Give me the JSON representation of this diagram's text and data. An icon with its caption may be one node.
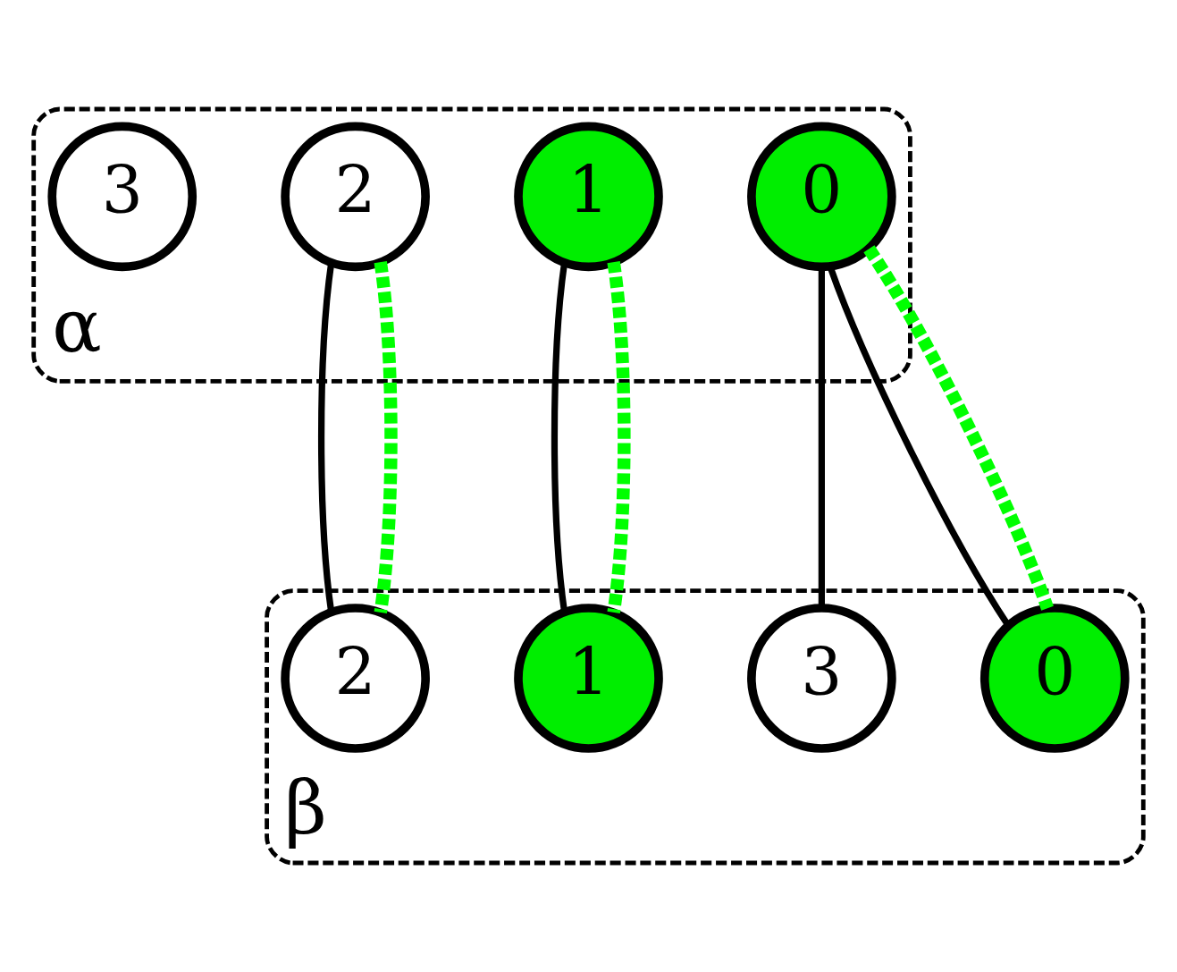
{
  "diagram": {
    "nodes": [
      {
        "text": [
          "α"
        ]
      },
      {
        "text": [
          "0"
        ],
        "in": 0
      },
      {
        "text": [
          "1"
        ],
        "in": 0
      },
      {
        "text": [
          "2"
        ],
        "in": 0
      },
      {
        "text": [
          "3"
        ],
        "in": 0
      },
      {
        "text": [
          "β"
        ]
      },
      {
        "text": [
          "0"
        ],
        "in": 5
      },
      {
        "text": [
          "1"
        ],
        "in": 5
      },
      {
        "text": [
          "2"
        ],
        "in": 5
      },
      {
        "text": [
          "3"
        ],
        "in": 5
      }
    ],
    "edges": [
      {
        "from": 1,
        "to": 6,
        "arrow": "none"
      },
      {
        "from": 1,
        "to": 9,
        "arrow": "none"
      },
      {
        "from": 2,
        "to": 7,
        "arrow": "none"
      },
      {
        "from": 3,
        "to": 8,
        "arrow": "none"
      },
      {
        "from": 1,
        "to": 6,
        "arrow": "none",
        "style": "dashed",
        "color": "#00ff00"
      },
      {
        "from": 2,
        "to": 7,
        "arrow": "none",
        "style": "dashed",
        "color": "#00ff00"
      },
      {
        "from": 3,
        "to": 8,
        "arrow": "none",
        "style": "dashed",
        "color": "#00ff00"
      }
    ]
  }
}
